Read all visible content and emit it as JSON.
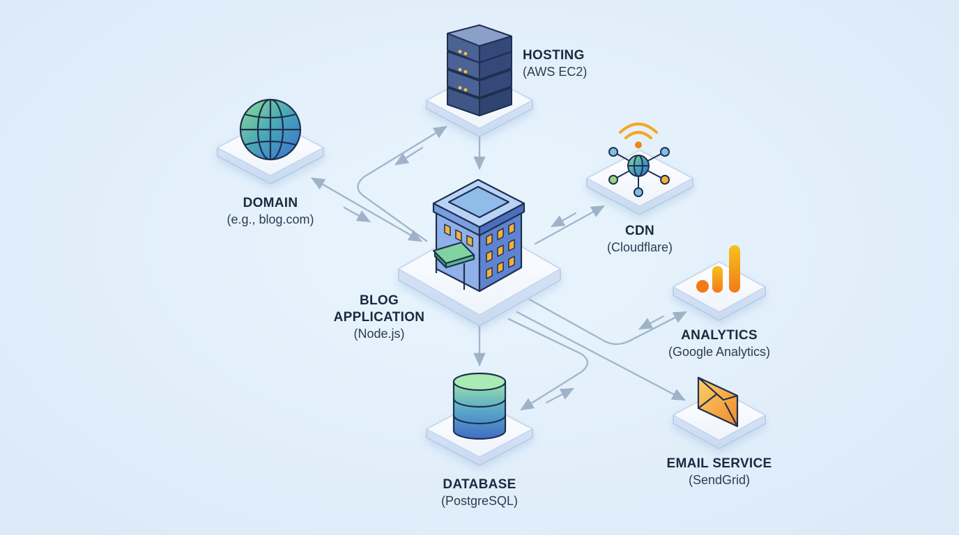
{
  "nodes": {
    "hosting": {
      "title": "HOSTING",
      "sub": "(AWS EC2)"
    },
    "domain": {
      "title": "DOMAIN",
      "sub": "(e.g., blog.com)"
    },
    "cdn": {
      "title": "CDN",
      "sub": "(Cloudflare)"
    },
    "blog_app": {
      "title_line1": "BLOG",
      "title_line2": "APPLICATION",
      "sub": "(Node.js)"
    },
    "analytics": {
      "title": "ANALYTICS",
      "sub": "(Google Analytics)"
    },
    "database": {
      "title": "DATABASE",
      "sub": "(PostgreSQL)"
    },
    "email": {
      "title": "EMAIL SERVICE",
      "sub": "(SendGrid)"
    }
  },
  "colors": {
    "connector": "#9fb3c8",
    "platform_edge": "#b9cce6",
    "server": "#4a6290",
    "building": "#7fa4e0",
    "window": "#f2b23a",
    "db_top": "#8fe0b0",
    "db_bottom": "#4a78c8",
    "globe_green": "#7fd38f",
    "globe_blue": "#3f7fcf",
    "analytics_orange": "#f28a1e",
    "analytics_yellow": "#f6b41a",
    "email_orange": "#f5a93a",
    "wifi": "#f5a623"
  },
  "icons": [
    "server-stack-icon",
    "globe-icon",
    "network-hub-icon",
    "building-icon",
    "bar-chart-icon",
    "database-icon",
    "envelope-icon"
  ]
}
